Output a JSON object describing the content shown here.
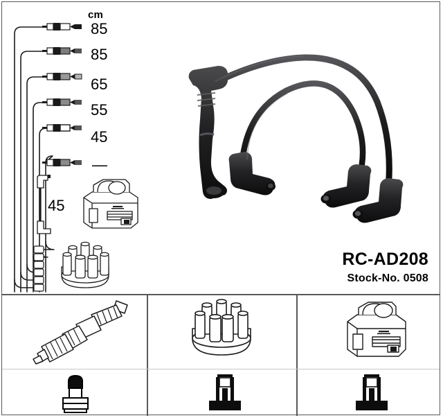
{
  "product": {
    "code": "RC-AD208",
    "stock_label": "Stock-No. 0508"
  },
  "table": {
    "unit_header": "cm",
    "lengths": [
      {
        "value": "85"
      },
      {
        "value": "85"
      },
      {
        "value": "65"
      },
      {
        "value": "55"
      },
      {
        "value": "45"
      },
      {
        "value": "—"
      }
    ]
  },
  "coil_lead": {
    "length_label": "45"
  },
  "components": {
    "ignition_coil": "ignition-coil",
    "distributor_cap": "distributor-cap",
    "spark_plug": "spark-plug",
    "cable_set_photo": "ignition-cable-set-photo"
  },
  "bottom_panels": [
    {
      "component": "spark-plug",
      "terminal": "rubber-boot-terminal"
    },
    {
      "component": "distributor-cap",
      "terminal": "straight-tower-terminal"
    },
    {
      "component": "ignition-coil",
      "terminal": "straight-tower-terminal"
    }
  ],
  "colors": {
    "border": "#58585a",
    "line": "#1a1a1a",
    "background": "#ffffff",
    "sub_divider": "#c8c8c8"
  }
}
